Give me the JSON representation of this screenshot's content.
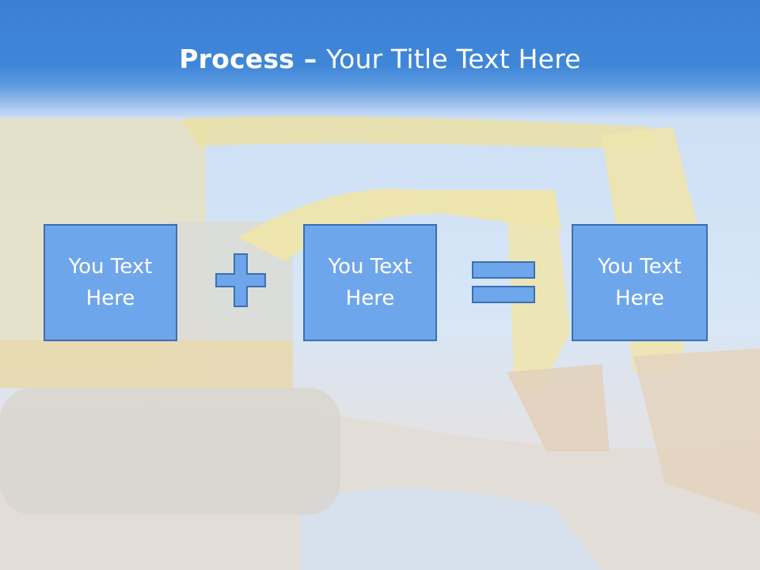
{
  "title": {
    "bold": "Process",
    "dash": " – ",
    "rest": "Your Title Text Here"
  },
  "boxes": [
    {
      "line1": "You Text",
      "line2": "Here"
    },
    {
      "line1": "You Text",
      "line2": "Here"
    },
    {
      "line1": "You Text",
      "line2": "Here"
    }
  ],
  "colors": {
    "header": "#3b7fd3",
    "box_fill": "#6ea6ec",
    "box_border": "#3d6fb0",
    "text": "#ffffff"
  },
  "icons": [
    "plus-icon",
    "equals-icon"
  ]
}
